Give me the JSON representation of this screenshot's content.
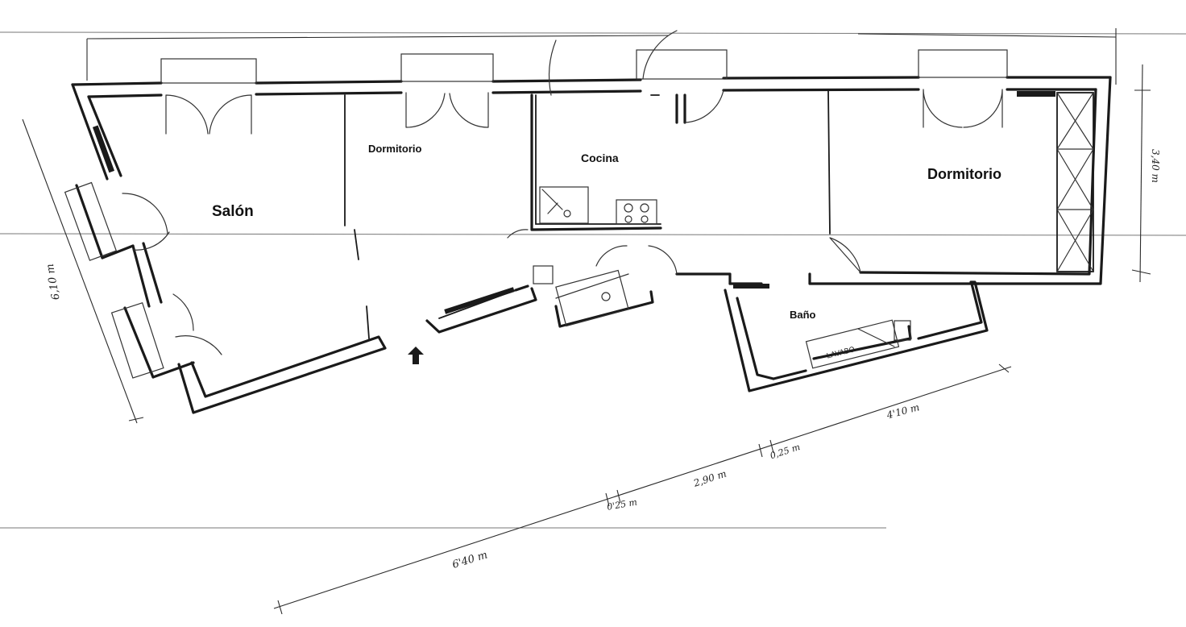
{
  "rooms": {
    "salon": "Salón",
    "dormitorio_1": "Dormitorio",
    "cocina": "Cocina",
    "dormitorio_2": "Dormitorio",
    "bano": "Baño"
  },
  "fixtures": {
    "washbasin": "LAVABO"
  },
  "dimensions": {
    "left_side": "6,10 m",
    "right_side": "3,40 m",
    "bottom_total": "6'40 m",
    "bottom_a": "0'25 m",
    "bottom_b": "2,90 m",
    "bottom_c": "0,25 m",
    "bottom_d": "4'10 m"
  },
  "icons": {
    "entrance": "up-arrow-icon"
  },
  "colors": {
    "ink": "#1a1a1a",
    "paper": "#ffffff"
  }
}
